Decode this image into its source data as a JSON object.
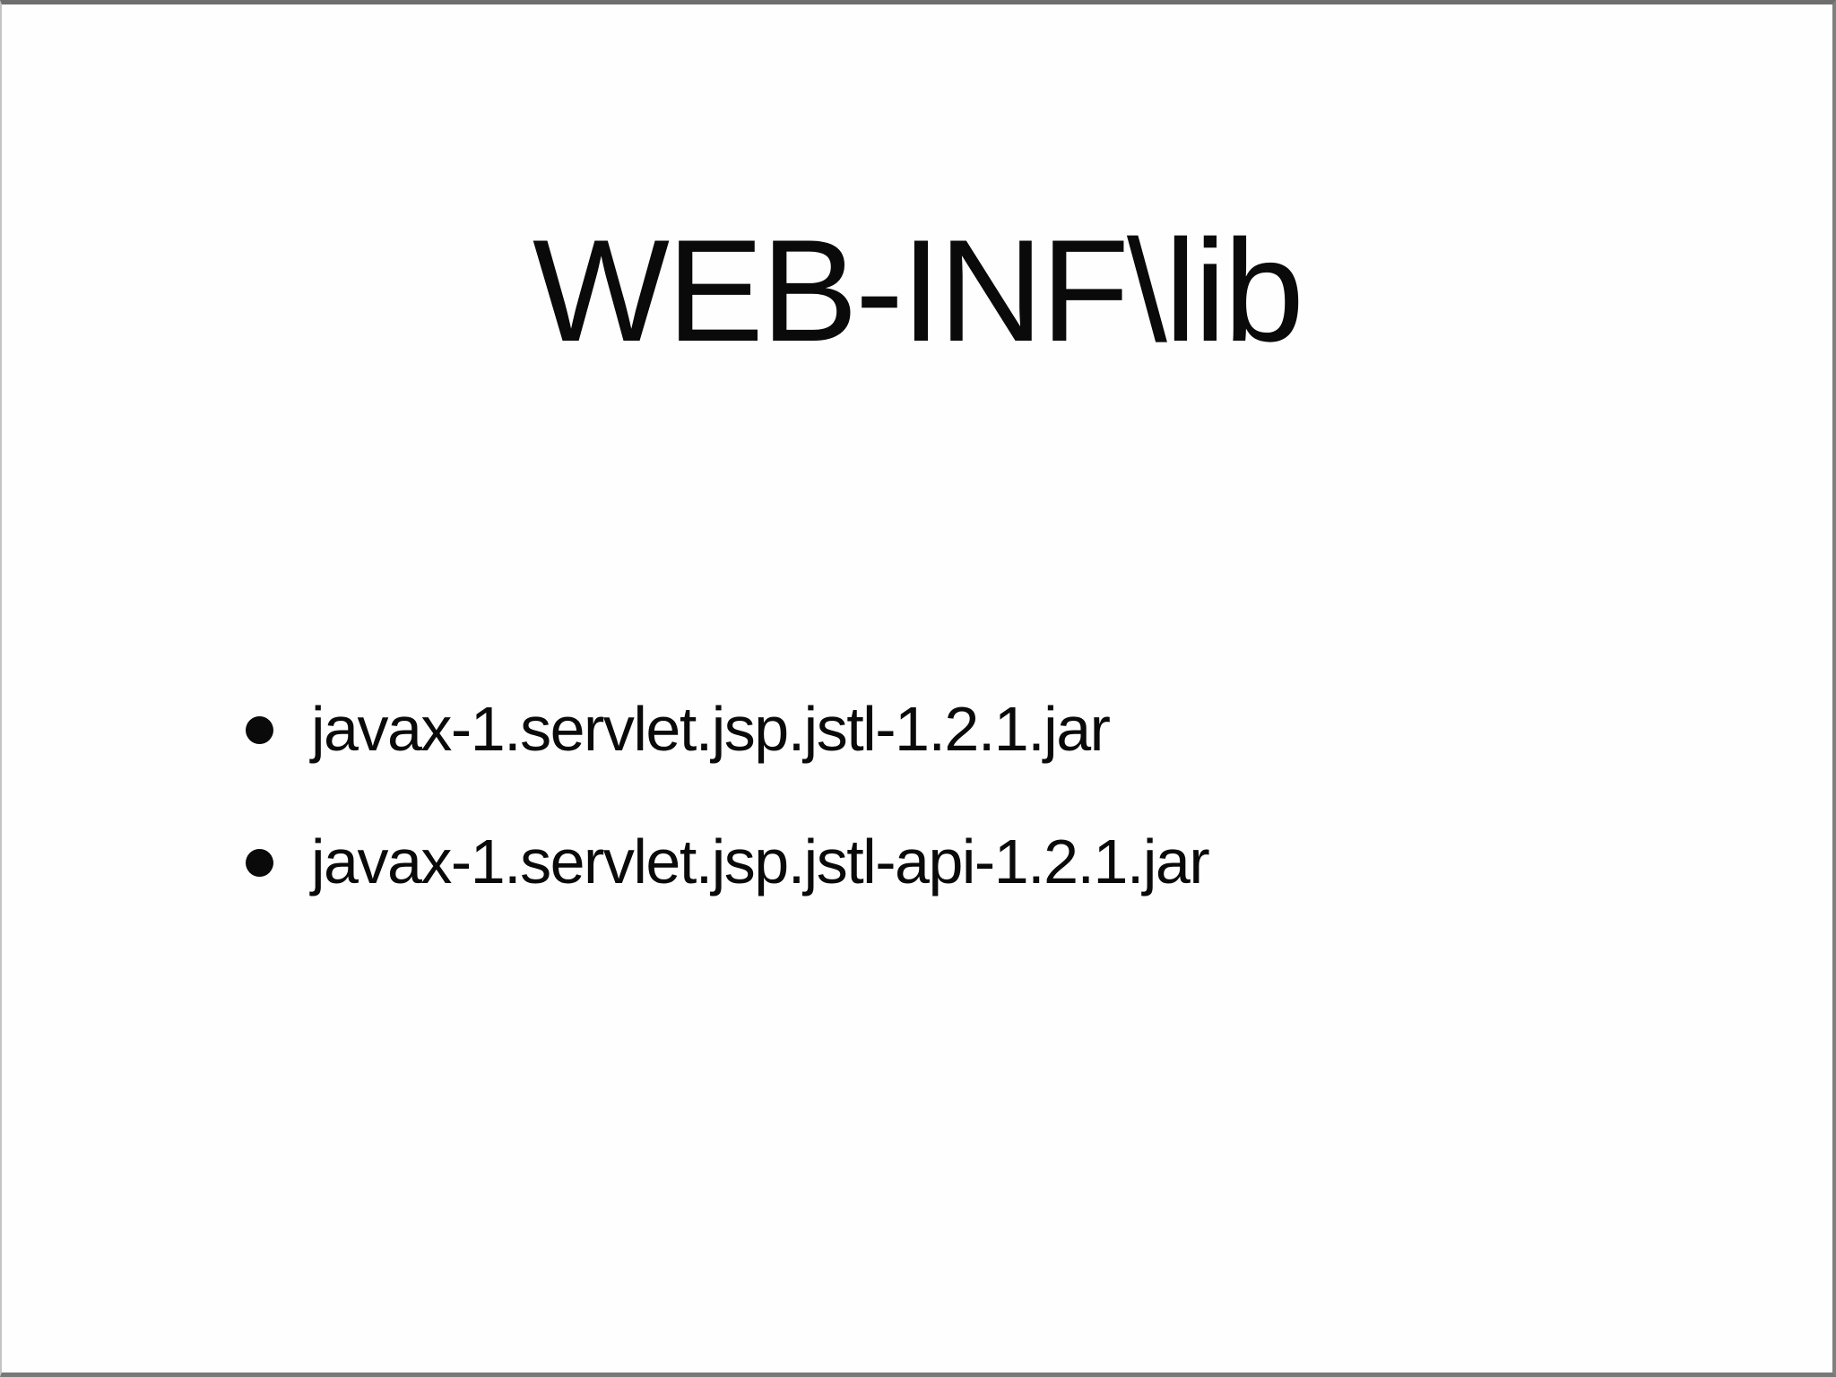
{
  "slide": {
    "title": "WEB-INF\\lib",
    "bullets": [
      "javax-1.servlet.jsp.jstl-1.2.1.jar",
      "javax-1.servlet.jsp.jstl-api-1.2.1.jar"
    ],
    "colors": {
      "background": "#fefefe",
      "text": "#0a0a0a",
      "border": "#7d7d7d"
    }
  }
}
